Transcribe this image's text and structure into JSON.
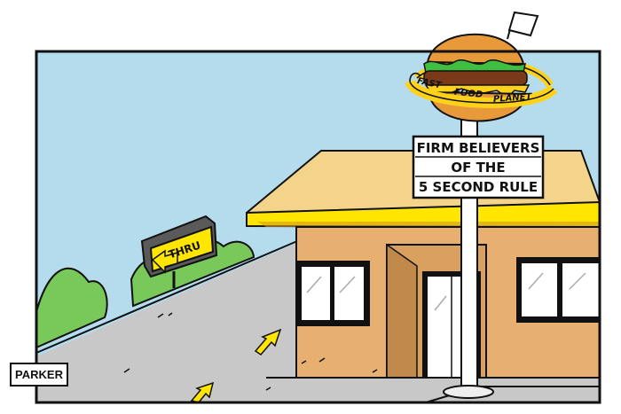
{
  "sign": {
    "line1": "FIRM BELIEVERS",
    "line2": "OF THE",
    "line3": "5 SECOND RULE"
  },
  "logo": {
    "word1": "FAST",
    "word2": "FOOD",
    "word3": "PLANET"
  },
  "drive_thru": {
    "label": "THRU"
  },
  "artist": {
    "signature": "PARKER"
  },
  "colors": {
    "sky": "#b4dcec",
    "ground": "#c8c8c8",
    "wall": "#e8b070",
    "roof": "#f4d38a",
    "eave": "#ffe600",
    "grass": "#79c85a",
    "arrow": "#ffe600",
    "bun": "#e89a3a",
    "patty": "#7a3a1a",
    "cheese": "#ffd21a",
    "lettuce": "#3fbf3f"
  },
  "icons": [
    "flag-icon",
    "arrow-left-icon",
    "arrow-down-left-icon"
  ]
}
